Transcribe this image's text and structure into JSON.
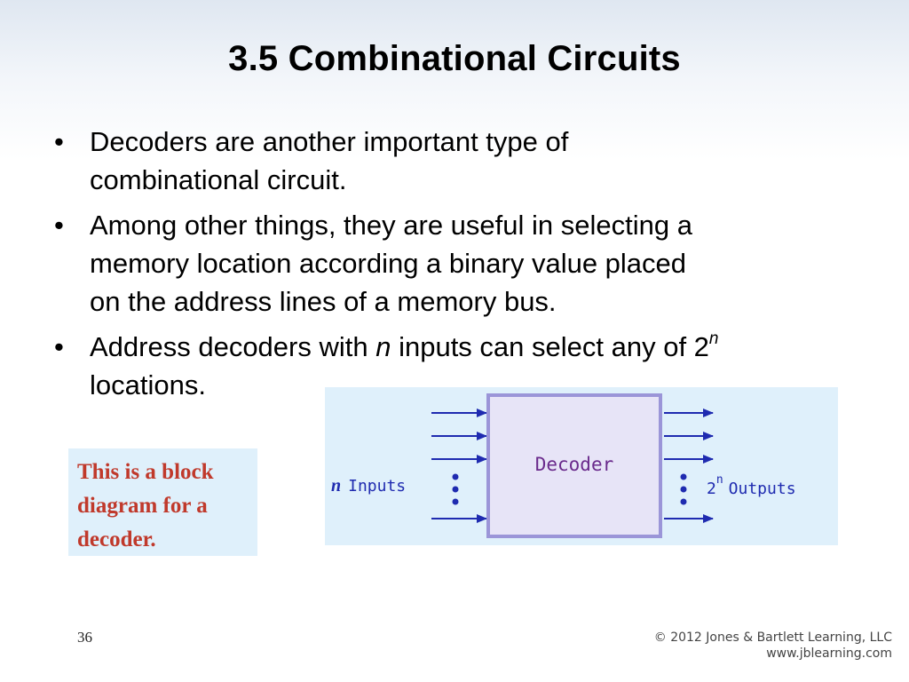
{
  "slide": {
    "title": "3.5 Combinational Circuits",
    "bullets": [
      {
        "marker": "•",
        "lines": [
          "Decoders are another important type of",
          "combinational circuit."
        ]
      },
      {
        "marker": "•",
        "lines": [
          "Among other things, they are useful in selecting a",
          "memory location according a binary value placed",
          "on the address lines of a memory bus."
        ]
      },
      {
        "marker": "•",
        "pre": "Address decoders with ",
        "var": "n",
        "mid": " inputs can select any of 2",
        "sup": "n",
        "line2": "locations."
      }
    ],
    "callout": [
      "This is a block",
      "diagram for a",
      "decoder."
    ],
    "diagram": {
      "box_label": "Decoder",
      "input_var": "n",
      "inputs_label": "Inputs",
      "outputs_base": "2",
      "outputs_exp": "n",
      "outputs_label": "Outputs",
      "colors": {
        "arrow": "#1f2bb0",
        "box_border": "#9b95d8",
        "box_fill": "#e7e4f7",
        "box_text": "#6a2a8c",
        "label": "#1f2bb0",
        "panel": "#dff0fb"
      }
    },
    "page_number": "36",
    "copyright": [
      "© 2012 Jones & Bartlett Learning, LLC",
      "www.jblearning.com"
    ]
  }
}
